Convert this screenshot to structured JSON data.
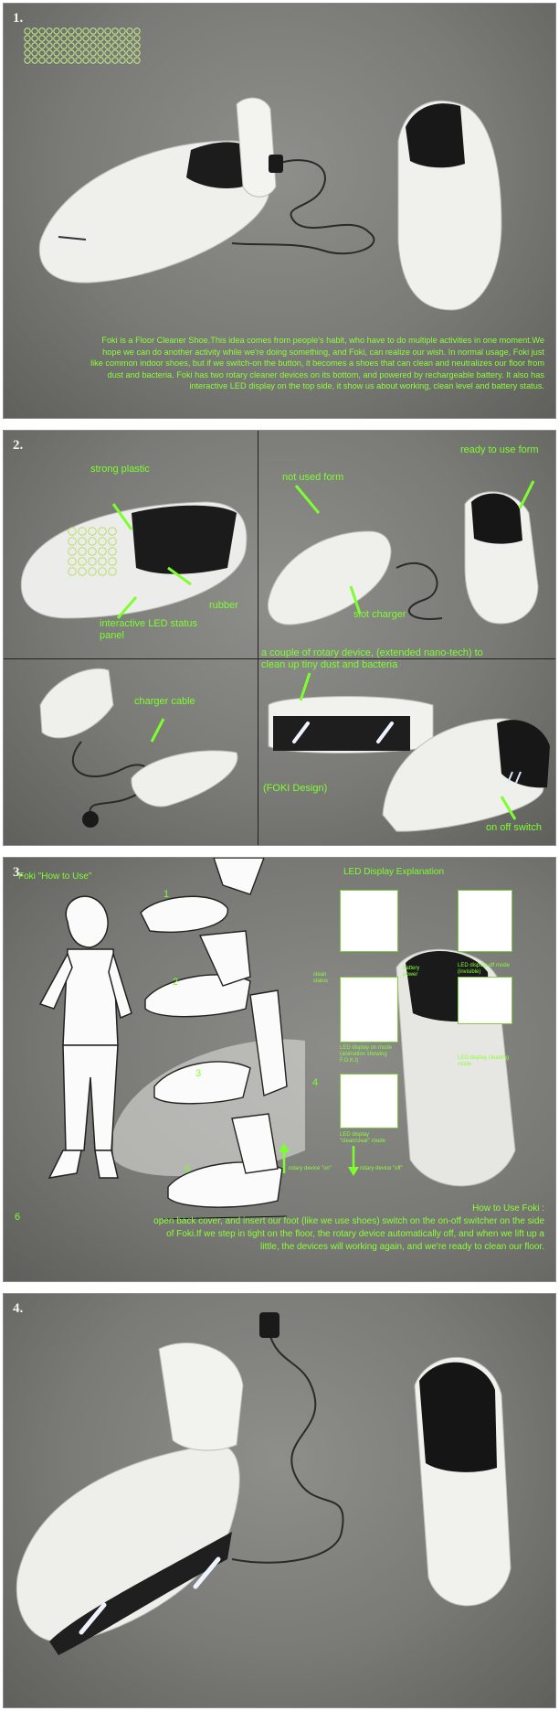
{
  "panel1": {
    "number": "1.",
    "description": "Foki is a Floor Cleaner Shoe.This idea comes from people's habit, who have to do multiple activities in one moment.We hope we can do another activity while we're doing something, and Foki, can realize our wish. In normal usage, Foki just like common indoor shoes, but if we switch-on the button, it becomes a shoes that can clean and neutralizes our floor from dust and bacteria. Foki has two rotary cleaner devices on its bottom, and powered by rechargeable battery. It also has interactive LED display on the top side, it show us about working, clean level and battery status."
  },
  "panel2": {
    "number": "2.",
    "labels": {
      "strong_plastic": "strong plastic",
      "rubber": "rubber",
      "interactive_led": "interactive LED status panel",
      "not_used": "not used form",
      "ready": "ready to use form",
      "slot_charger": "slot charger",
      "rotary": "a couple of rotary device, (extended nano-tech) to clean up tiny dust and bacteria",
      "charger_cable": "charger cable",
      "foki_design": "(FOKI Design)",
      "on_off": "on off switch"
    }
  },
  "panel3": {
    "number": "3.",
    "title": "Foki \"How to Use\"",
    "led_title": "LED Display Explanation",
    "steps": [
      "1",
      "2",
      "3",
      "4",
      "5",
      "6"
    ],
    "led_captions": {
      "clean_status": "clean status",
      "battery_power": "battery power",
      "off_mode": "LED display off mode (invisible)",
      "on_mode": "LED display on mode (animation showing F.O.K.I)",
      "cleaning_mode": "LED display cleaning mode",
      "clean_mode": "LED display \"clean/clear\" mode"
    },
    "rotary_on": "rotary device \"on\"",
    "rotary_off": "rotary device \"off\"",
    "howto_title": "How to Use Foki :",
    "howto_text": "open back cover, and insert our foot (like we use shoes) switch on the on-off switcher on the side of Foki.If we step in tight on the floor, the rotary device automatically off, and when we lift up a little, the devices will working again, and we're ready to clean our floor."
  },
  "panel4": {
    "number": "4."
  },
  "colors": {
    "accent_green": "#8cff3a",
    "panel_gray": "#7a7a76"
  }
}
